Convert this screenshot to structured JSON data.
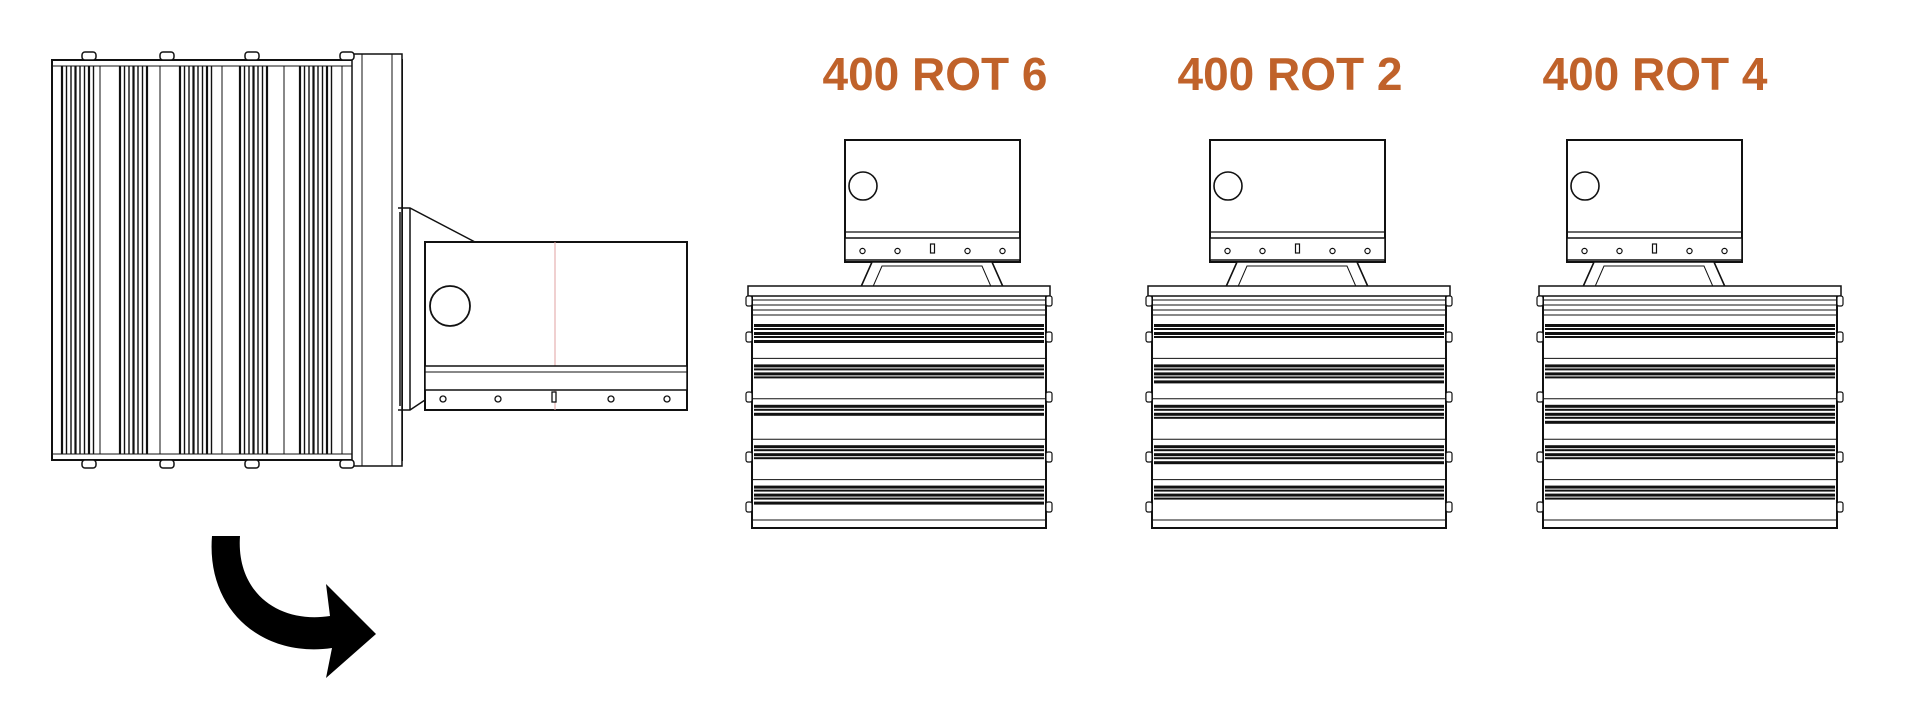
{
  "colors": {
    "label": "#c0622a",
    "line": "#111111",
    "arrow": "#000000",
    "background": "#ffffff"
  },
  "source": {
    "orientation": "side view, rotated",
    "icons": [
      "luminaire-side-view",
      "mounting-bracket",
      "rotate-arrow-icon"
    ]
  },
  "variants": [
    {
      "label": "400 ROT 6",
      "stripe_pattern": [
        3,
        2,
        1,
        2,
        3
      ]
    },
    {
      "label": "400 ROT 2",
      "stripe_pattern": [
        2,
        3,
        2,
        3,
        2
      ]
    },
    {
      "label": "400 ROT 4",
      "stripe_pattern": [
        2,
        2,
        3,
        2,
        2
      ]
    }
  ]
}
